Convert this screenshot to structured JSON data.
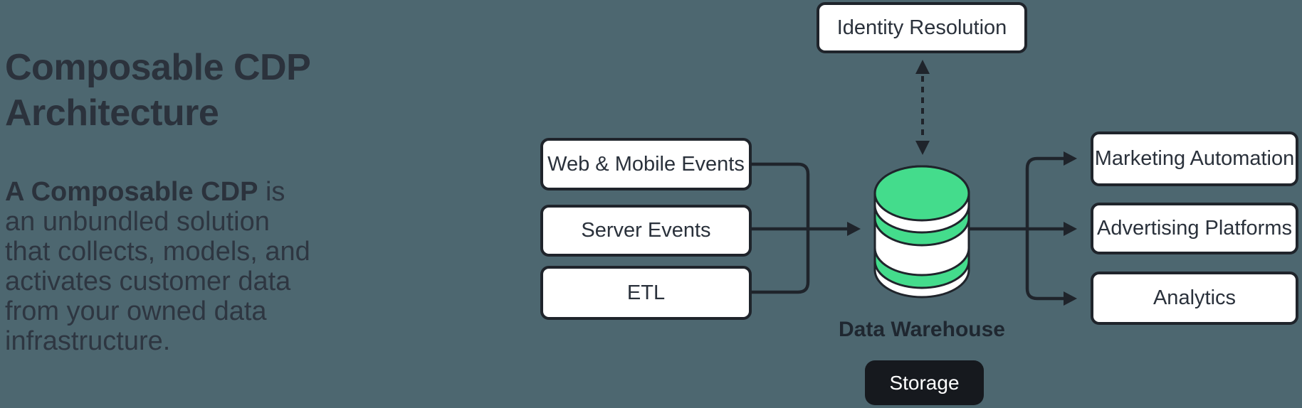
{
  "page": {
    "title_lines": [
      "Composable CDP",
      "Architecture"
    ],
    "description_bold": "A Composable CDP",
    "description_rest": " is an unbundled solution that collects, models, and activates customer data from your owned data infrastructure."
  },
  "diagram": {
    "identity_box": "Identity Resolution",
    "sources": [
      "Web & Mobile Events",
      "Server Events",
      "ETL"
    ],
    "warehouse_label": "Data Warehouse",
    "storage_label": "Storage",
    "destinations": [
      "Marketing Automation",
      "Advertising Platforms",
      "Analytics"
    ]
  },
  "colors": {
    "background": "#4d6770",
    "accent_green": "#44dc8c",
    "line_dark": "#1f242b",
    "text_dark": "#2e3641",
    "title_dark": "#2b323c",
    "storage_badge_bg": "#16191e",
    "node_bg": "#ffffff"
  }
}
